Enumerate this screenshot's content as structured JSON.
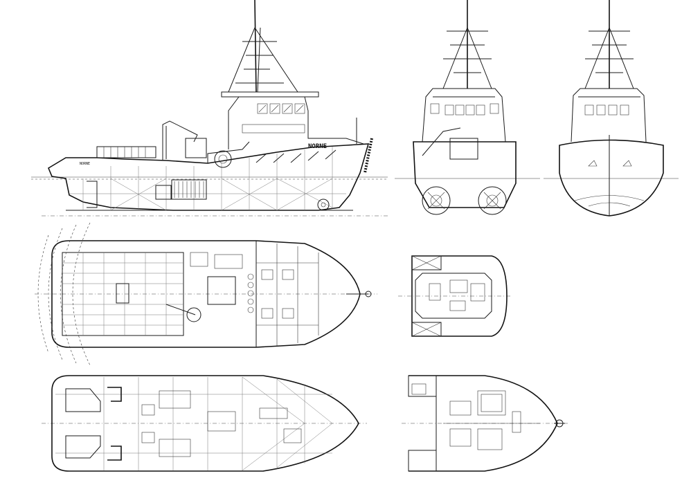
{
  "drawing": {
    "vessel_name": "NORNE",
    "views": [
      {
        "id": "side",
        "caption": ""
      },
      {
        "id": "aft",
        "caption": ""
      },
      {
        "id": "front",
        "caption": ""
      },
      {
        "id": "main-deck",
        "caption": ""
      },
      {
        "id": "bridge-deck",
        "caption": ""
      },
      {
        "id": "lower-deck",
        "caption": ""
      },
      {
        "id": "upper-deck",
        "caption": ""
      }
    ]
  },
  "colors": {
    "line": "#1a1a1a",
    "paper": "#ffffff",
    "hatch": "#777777"
  }
}
